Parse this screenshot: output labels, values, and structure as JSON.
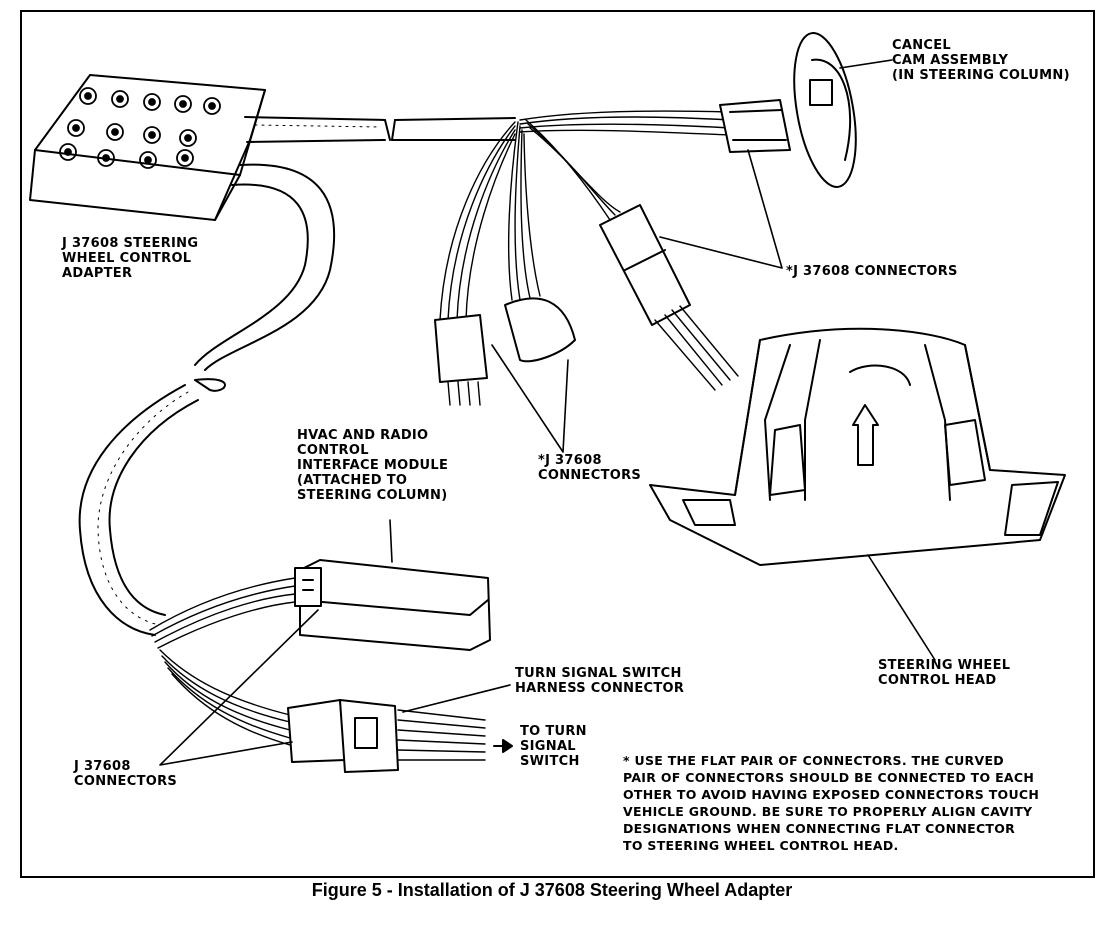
{
  "labels": {
    "cancel_cam": [
      "CANCEL",
      "CAM ASSEMBLY",
      "(IN STEERING COLUMN)"
    ],
    "adapter": [
      "J 37608 STEERING",
      "WHEEL CONTROL",
      "ADAPTER"
    ],
    "connectors_top": "*J 37608 CONNECTORS",
    "hvac_module": [
      "HVAC AND RADIO",
      "CONTROL",
      "INTERFACE MODULE",
      "(ATTACHED TO",
      "STEERING COLUMN)"
    ],
    "connectors_mid": [
      "*J 37608",
      "CONNECTORS"
    ],
    "control_head": [
      "STEERING WHEEL",
      "CONTROL HEAD"
    ],
    "turn_signal": [
      "TURN SIGNAL SWITCH",
      "HARNESS CONNECTOR"
    ],
    "to_turn": [
      "TO TURN",
      "SIGNAL",
      "SWITCH"
    ],
    "connectors_bottom": [
      "J 37608",
      "CONNECTORS"
    ],
    "note": [
      "* USE THE FLAT PAIR OF CONNECTORS.  THE CURVED",
      "PAIR OF CONNECTORS SHOULD BE CONNECTED TO EACH",
      "OTHER TO AVOID HAVING EXPOSED CONNECTORS TOUCH",
      "VEHICLE GROUND.  BE SURE TO PROPERLY ALIGN CAVITY",
      "DESIGNATIONS WHEN CONNECTING FLAT CONNECTOR",
      "TO STEERING WHEEL CONTROL HEAD."
    ]
  },
  "caption": "Figure 5 - Installation of J 37608 Steering Wheel Adapter",
  "colors": {
    "ink": "#000000",
    "paper": "#ffffff"
  }
}
